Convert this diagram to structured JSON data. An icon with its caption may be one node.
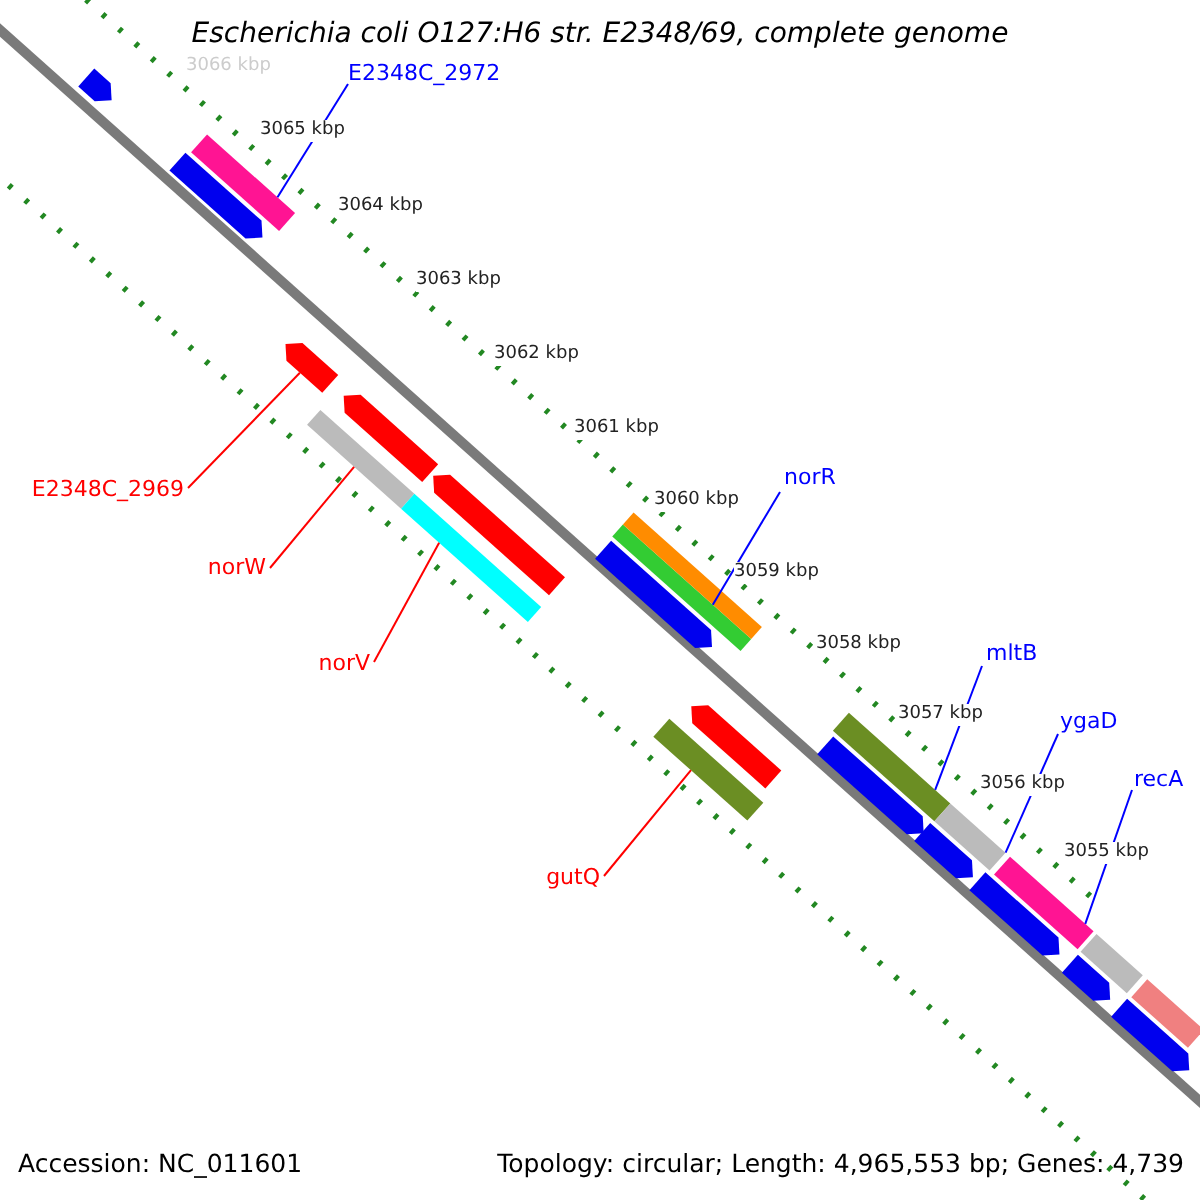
{
  "diagram": {
    "title": "Escherichia coli O127:H6 str. E2348/69, complete genome",
    "nodes": [
      {
        "text": [
          "E2348C_2972"
        ]
      },
      {
        "text": [],
        "shape": "bar"
      },
      {
        "text": [
          "E2348C_2969"
        ]
      },
      {
        "text": [],
        "shape": "arrow"
      },
      {
        "text": [
          "norW"
        ]
      },
      {
        "text": [],
        "shape": "bar"
      },
      {
        "text": [
          "norR"
        ]
      },
      {
        "text": [],
        "shape": "bar"
      },
      {
        "text": [
          "norV"
        ]
      },
      {
        "text": [],
        "shape": "bar"
      },
      {
        "text": [
          "mltB"
        ]
      },
      {
        "text": [],
        "shape": "bar"
      },
      {
        "text": [
          "ygaD"
        ]
      },
      {
        "text": [],
        "shape": "bar"
      },
      {
        "text": [
          "recA"
        ]
      },
      {
        "text": [],
        "shape": "bar"
      },
      {
        "text": [
          "gutQ"
        ]
      },
      {
        "text": [],
        "shape": "bar"
      },
      {
        "text": [],
        "shape": "arrow"
      },
      {
        "text": [],
        "shape": "arrow"
      },
      {
        "text": [],
        "shape": "arrow"
      },
      {
        "text": [],
        "shape": "arrow"
      },
      {
        "text": [],
        "shape": "bar"
      },
      {
        "text": [],
        "shape": "arrow"
      },
      {
        "text": [],
        "shape": "arrow"
      },
      {
        "text": [],
        "shape": "arrow"
      },
      {
        "text": [],
        "shape": "arrow"
      },
      {
        "text": [],
        "shape": "arrow"
      },
      {
        "text": [],
        "shape": "bar"
      },
      {
        "text": [],
        "shape": "arrow"
      },
      {
        "text": [],
        "shape": "bar"
      },
      {
        "text": [],
        "shape": "arrow"
      }
    ],
    "edges": [
      {
        "from": 0,
        "to": 1,
        "arrow": "none"
      },
      {
        "from": 2,
        "to": 3,
        "arrow": "none",
        "color": "#ff0000"
      },
      {
        "from": 4,
        "to": 5,
        "arrow": "none",
        "color": "#ff0000"
      },
      {
        "from": 6,
        "to": 7,
        "arrow": "none"
      },
      {
        "from": 8,
        "to": 9,
        "arrow": "none",
        "color": "#ff0000"
      },
      {
        "from": 10,
        "to": 11,
        "arrow": "none"
      },
      {
        "from": 12,
        "to": 13,
        "arrow": "none"
      },
      {
        "from": 14,
        "to": 15,
        "arrow": "none"
      },
      {
        "from": 16,
        "to": 17,
        "arrow": "none",
        "color": "#ff0000"
      }
    ],
    "labels": [
      "3066 kbp",
      "3065 kbp",
      "3064 kbp",
      "3063 kbp",
      "3062 kbp",
      "3061 kbp",
      "3060 kbp",
      "3059 kbp",
      "3058 kbp",
      "3057 kbp",
      "3056 kbp",
      "3055 kbp",
      "Accession: NC_011601",
      "Topology: circular; Length: 4,965,553 bp; Genes: 4,739"
    ]
  }
}
